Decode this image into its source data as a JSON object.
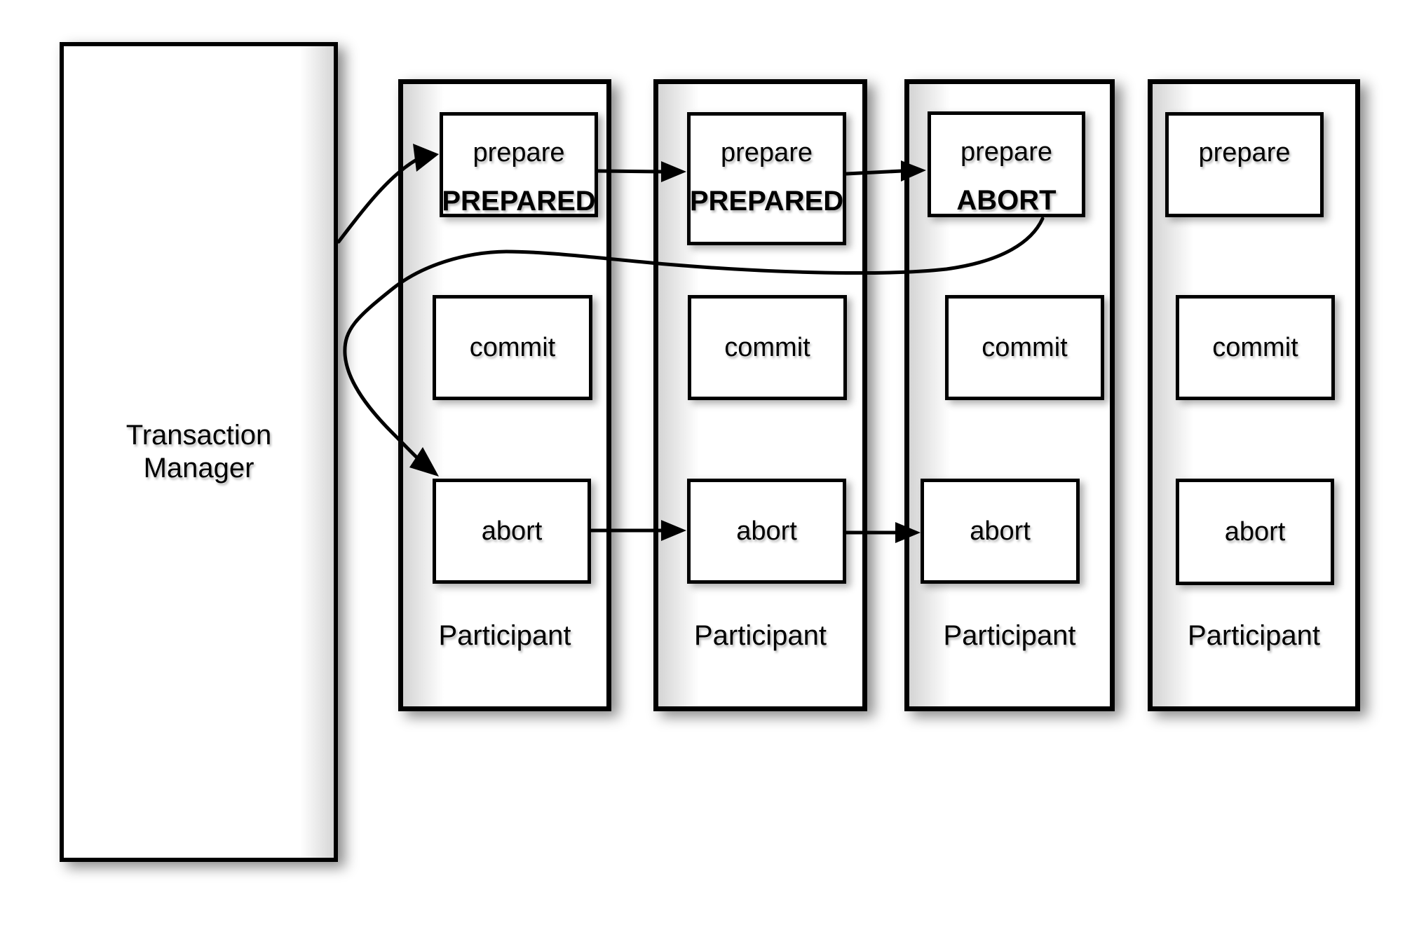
{
  "diagram": {
    "title_hint": "two-phase commit with abort",
    "colors": {
      "border": "#000000",
      "fill": "#ffffff",
      "shadow": "rgba(0,0,0,0.45)"
    },
    "transaction_manager": {
      "label_line1": "Transaction",
      "label_line2": "Manager"
    },
    "participants": [
      {
        "label": "Participant",
        "prepare_label": "prepare",
        "state_label": "PREPARED",
        "commit_label": "commit",
        "abort_label": "abort"
      },
      {
        "label": "Participant",
        "prepare_label": "prepare",
        "state_label": "PREPARED",
        "commit_label": "commit",
        "abort_label": "abort"
      },
      {
        "label": "Participant",
        "prepare_label": "prepare",
        "state_label": "ABORT",
        "commit_label": "commit",
        "abort_label": "abort"
      },
      {
        "label": "Participant",
        "prepare_label": "prepare",
        "state_label": "",
        "commit_label": "commit",
        "abort_label": "abort"
      }
    ],
    "connections": [
      {
        "from": "transaction-manager",
        "to": "participant-1-prepare",
        "style": "curved-arrow"
      },
      {
        "from": "participant-1-prepare",
        "to": "participant-2-prepare",
        "style": "straight-arrow"
      },
      {
        "from": "participant-2-prepare",
        "to": "participant-3-prepare",
        "style": "straight-arrow"
      },
      {
        "from": "participant-3-state-abort",
        "to": "participant-1-abort",
        "style": "long-s-curve-arrow"
      },
      {
        "from": "participant-1-abort",
        "to": "participant-2-abort",
        "style": "straight-arrow"
      },
      {
        "from": "participant-2-abort",
        "to": "participant-3-abort",
        "style": "straight-arrow"
      }
    ]
  }
}
